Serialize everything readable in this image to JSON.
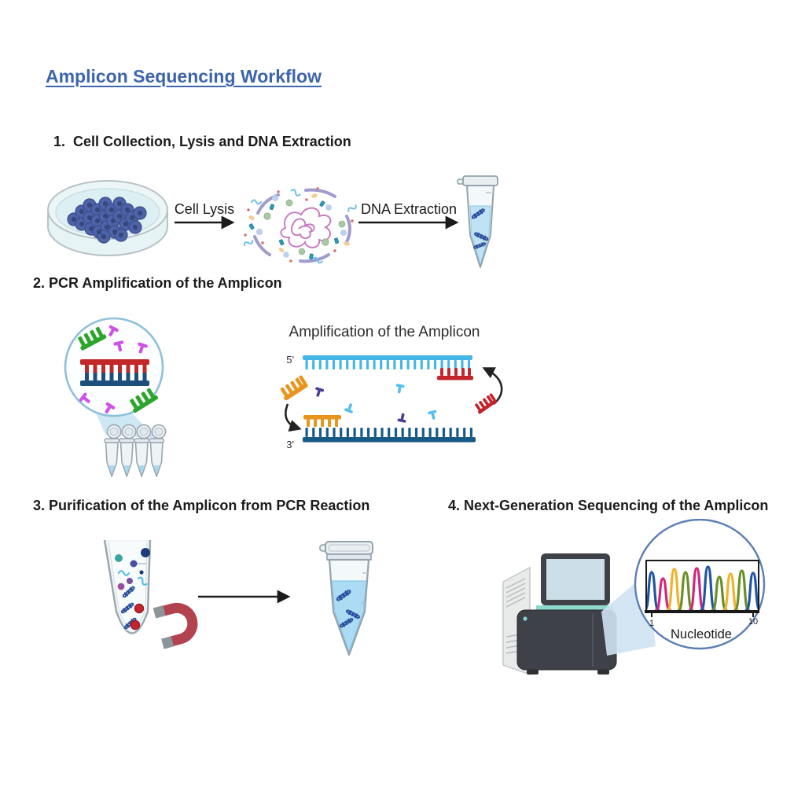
{
  "title": "Amplicon Sequencing Workflow",
  "steps": {
    "step1": {
      "heading": "1.  Cell Collection, Lysis and DNA Extraction",
      "arrow1_label": "Cell Lysis",
      "arrow2_label": "DNA Extraction"
    },
    "step2": {
      "heading": "2. PCR Amplification of the Amplicon",
      "diagram_title": "Amplification of the Amplicon",
      "five_prime_label": "5'",
      "three_prime_label": "3'"
    },
    "step3": {
      "heading": "3. Purification of the Amplicon from PCR Reaction"
    },
    "step4": {
      "heading": "4. Next-Generation Sequencing of the Amplicon",
      "chromatogram": {
        "xlabel": "Nucleotide",
        "tick_start": "1",
        "tick_end": "10",
        "peak_colors": [
          "#1f55a5",
          "#d1267c",
          "#efb32b",
          "#6b8f28",
          "#d1267c",
          "#1f55a5",
          "#6b8f28",
          "#efb32b",
          "#6b8f28",
          "#1f55a5"
        ],
        "peak_heights": [
          48,
          40,
          52,
          48,
          53,
          55,
          42,
          46,
          50,
          47
        ]
      }
    }
  },
  "palette": {
    "title_blue": "#3d65ad",
    "heading_black": "#1b1b1b",
    "petri_fill": "#e6f4f5",
    "cell_blue": "#4e63a8",
    "lysis_pink": "#c877c1",
    "membrane_purple": "#a29bce",
    "tube_liquid": "#bfe3f4",
    "dna_blue": "#2b4f9e",
    "ladder_red": "#c42727",
    "ladder_blue": "#1c4f7c",
    "primer_green": "#2ba62b",
    "primer_magenta": "#cf52e8",
    "strand_cyan": "#45b6e8",
    "strand_dark": "#175a88",
    "primer_orange": "#e8951e",
    "primer_red": "#c4242c",
    "magnet_red": "#b2434e",
    "magnet_gray": "#8d959b",
    "machine_dark": "#3e4147",
    "machine_teal": "#8ed8cd",
    "zoom_circle_stroke": "#5b7fb5"
  }
}
